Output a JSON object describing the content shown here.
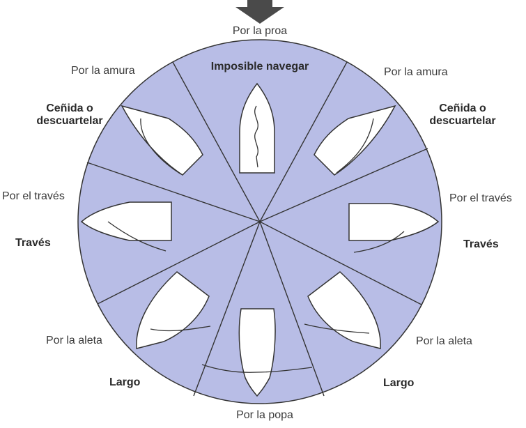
{
  "colors": {
    "circle_fill": "#b8bde6",
    "line": "#333333",
    "boat_fill": "#ffffff",
    "arrow": "#4a4a4a"
  },
  "icons": {
    "wind_arrow": "down-arrow-icon",
    "boat": "sailboat-hull-icon"
  },
  "labels": {
    "por_la_proa": "Por la proa",
    "imposible_navegar": "Imposible navegar",
    "amura_left": "Por la amura",
    "amura_right": "Por la amura",
    "cenida_left": "Ceñida o\ndescuartelar",
    "cenida_right": "Ceñida o\ndescuartelar",
    "traves_point_left": "Por el través",
    "traves_point_right": "Por el través",
    "traves_left": "Través",
    "traves_right": "Través",
    "aleta_left": "Por la aleta",
    "aleta_right": "Por la aleta",
    "largo_left": "Largo",
    "largo_right": "Largo",
    "por_la_popa": "Por la popa"
  }
}
